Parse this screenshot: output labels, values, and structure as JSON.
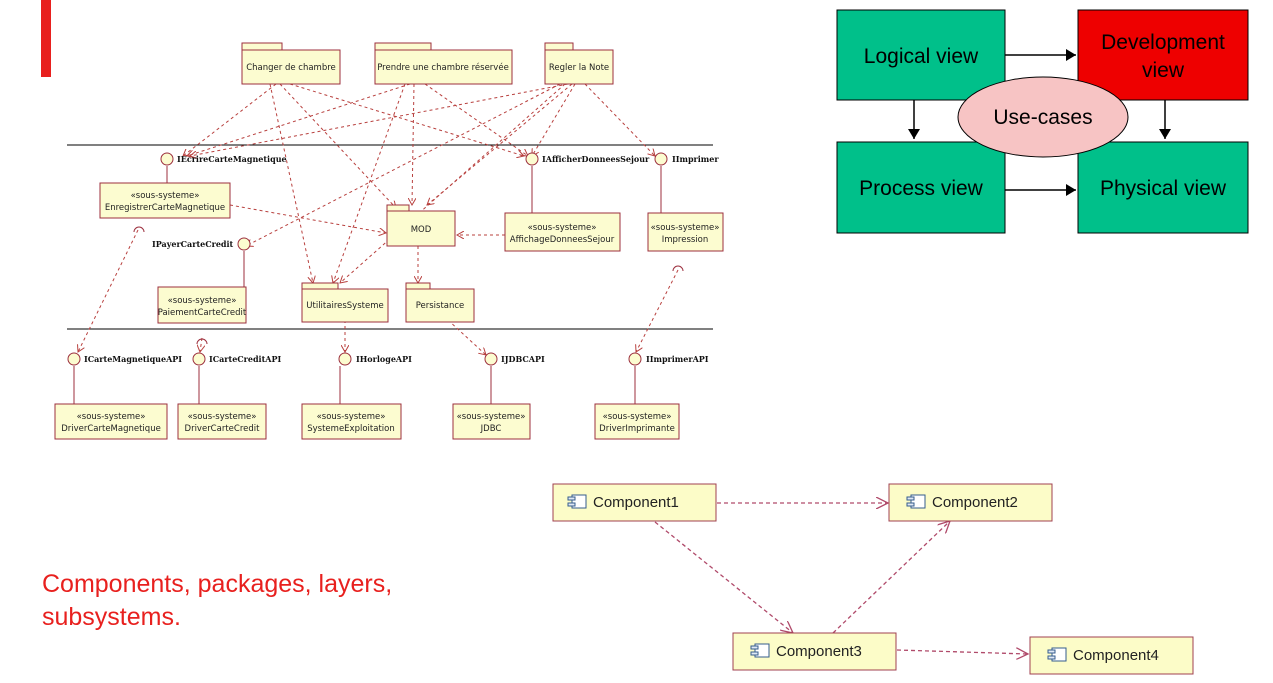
{
  "packages": [
    {
      "id": "changer",
      "label": "Changer de chambre"
    },
    {
      "id": "prendre",
      "label": "Prendre une chambre réservée"
    },
    {
      "id": "regler",
      "label": "Regler la Note"
    },
    {
      "id": "mod",
      "label": "MOD"
    },
    {
      "id": "utilitaires",
      "label": "UtilitairesSysteme"
    },
    {
      "id": "persistance",
      "label": "Persistance"
    }
  ],
  "subsystems": [
    {
      "id": "enregistrer",
      "stereotype": "«sous-systeme»",
      "name": "EnregistrerCarteMagnetique"
    },
    {
      "id": "affichage",
      "stereotype": "«sous-systeme»",
      "name": "AffichageDonneesSejour"
    },
    {
      "id": "impression",
      "stereotype": "«sous-systeme»",
      "name": "Impression"
    },
    {
      "id": "paiement",
      "stereotype": "«sous-systeme»",
      "name": "PaiementCarteCredit"
    },
    {
      "id": "drivermag",
      "stereotype": "«sous-systeme»",
      "name": "DriverCarteMagnetique"
    },
    {
      "id": "drivercc",
      "stereotype": "«sous-systeme»",
      "name": "DriverCarteCredit"
    },
    {
      "id": "sysexp",
      "stereotype": "«sous-systeme»",
      "name": "SystemeExploitation"
    },
    {
      "id": "jdbc",
      "stereotype": "«sous-systeme»",
      "name": "JDBC"
    },
    {
      "id": "driverimp",
      "stereotype": "«sous-systeme»",
      "name": "DriverImprimante"
    }
  ],
  "interfaces": [
    {
      "id": "iecrire",
      "label": "IEcrireCarteMagnetique"
    },
    {
      "id": "iafficher",
      "label": "IAfficherDonneesSejour"
    },
    {
      "id": "iimprimer",
      "label": "IImprimer"
    },
    {
      "id": "ipayer",
      "label": "IPayerCarteCredit"
    },
    {
      "id": "icartemag",
      "label": "ICarteMagnetiqueAPI"
    },
    {
      "id": "icartecc",
      "label": "ICarteCreditAPI"
    },
    {
      "id": "ihorloge",
      "label": "IHorlogeAPI"
    },
    {
      "id": "ijdbc",
      "label": "IJDBCAPI"
    },
    {
      "id": "iimprimerapi",
      "label": "IImprimerAPI"
    }
  ],
  "views": {
    "logical": "Logical view",
    "development_line1": "Development",
    "development_line2": "view",
    "process": "Process view",
    "physical": "Physical view",
    "usecases": "Use-cases"
  },
  "view_colors": {
    "green": "#00c08a",
    "red": "#ee0000",
    "ellipse": "#f7c4c4"
  },
  "components": [
    "Component1",
    "Component2",
    "Component3",
    "Component4"
  ],
  "caption": "Components, packages, layers, subsystems."
}
